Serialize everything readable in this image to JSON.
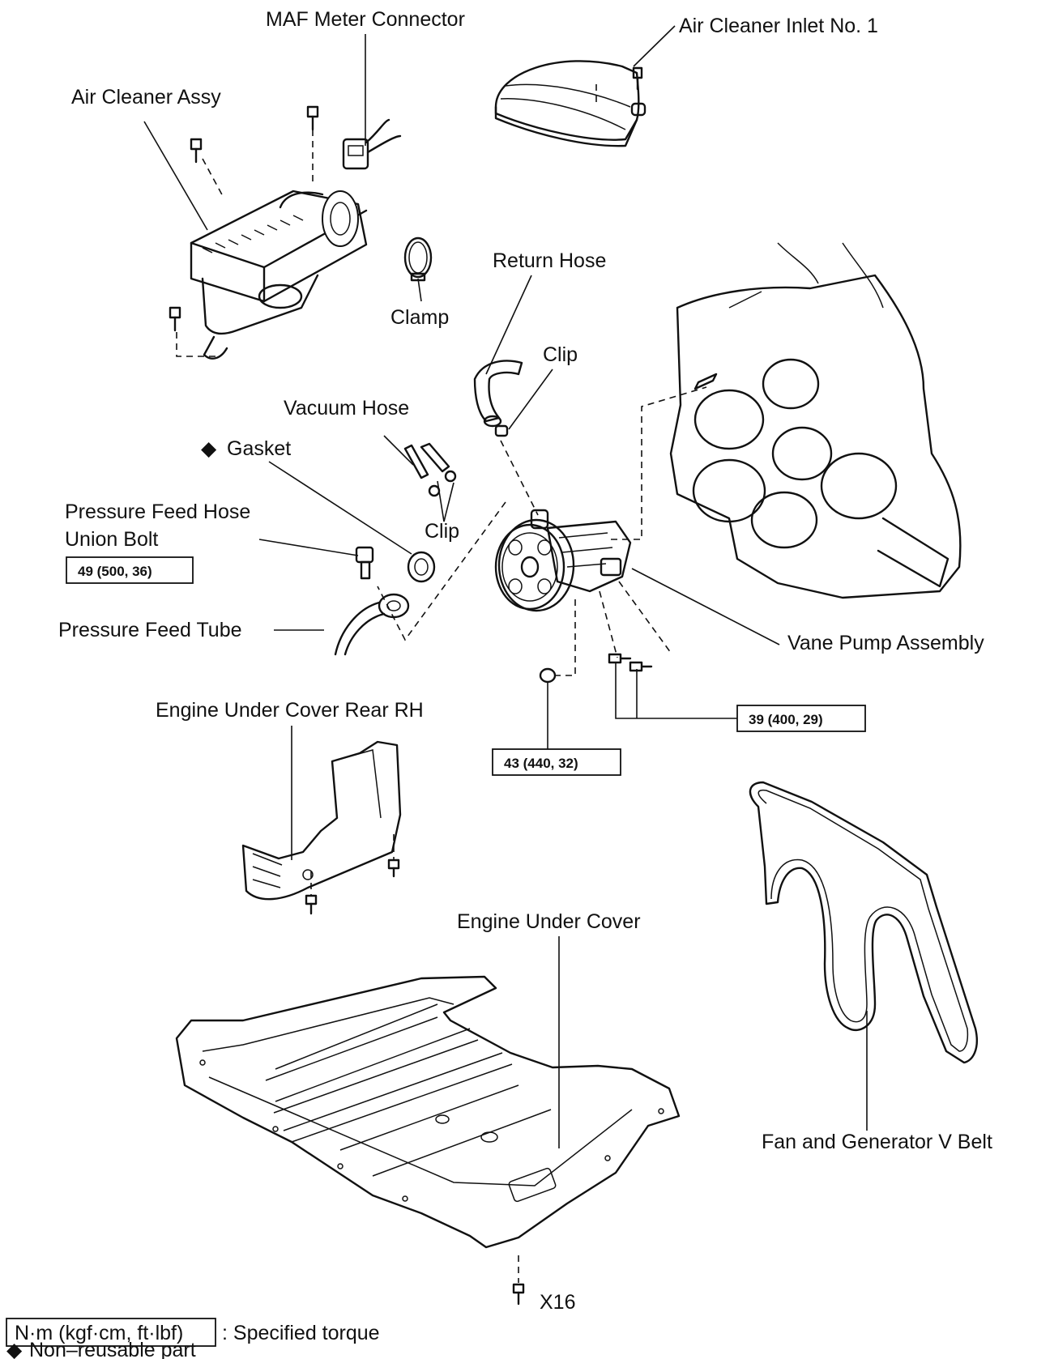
{
  "labels": {
    "maf_meter_connector": "MAF Meter Connector",
    "air_cleaner_inlet": "Air Cleaner Inlet No. 1",
    "air_cleaner_assy": "Air Cleaner Assy",
    "clamp": "Clamp",
    "return_hose": "Return Hose",
    "clip_return": "Clip",
    "vacuum_hose": "Vacuum Hose",
    "gasket": "Gasket",
    "pressure_feed_hose_line1": "Pressure Feed Hose",
    "pressure_feed_hose_line2": "Union Bolt",
    "clip_vacuum": "Clip",
    "pressure_feed_tube": "Pressure Feed Tube",
    "vane_pump_assembly": "Vane Pump Assembly",
    "engine_under_cover_rear_rh": "Engine Under Cover Rear RH",
    "engine_under_cover": "Engine Under Cover",
    "fan_generator_belt": "Fan and Generator V Belt",
    "bolt_count": "X16"
  },
  "torque_specs": {
    "union_bolt": "49 (500, 36)",
    "pump_bolts": "39 (400, 29)",
    "pump_nut": "43 (440, 32)"
  },
  "legend": {
    "torque_unit_box": "N·m (kgf·cm, ft·lbf)",
    "torque_text": ": Specified torque",
    "nonreusable_symbol": "◆",
    "nonreusable_text": "Non–reusable part"
  }
}
